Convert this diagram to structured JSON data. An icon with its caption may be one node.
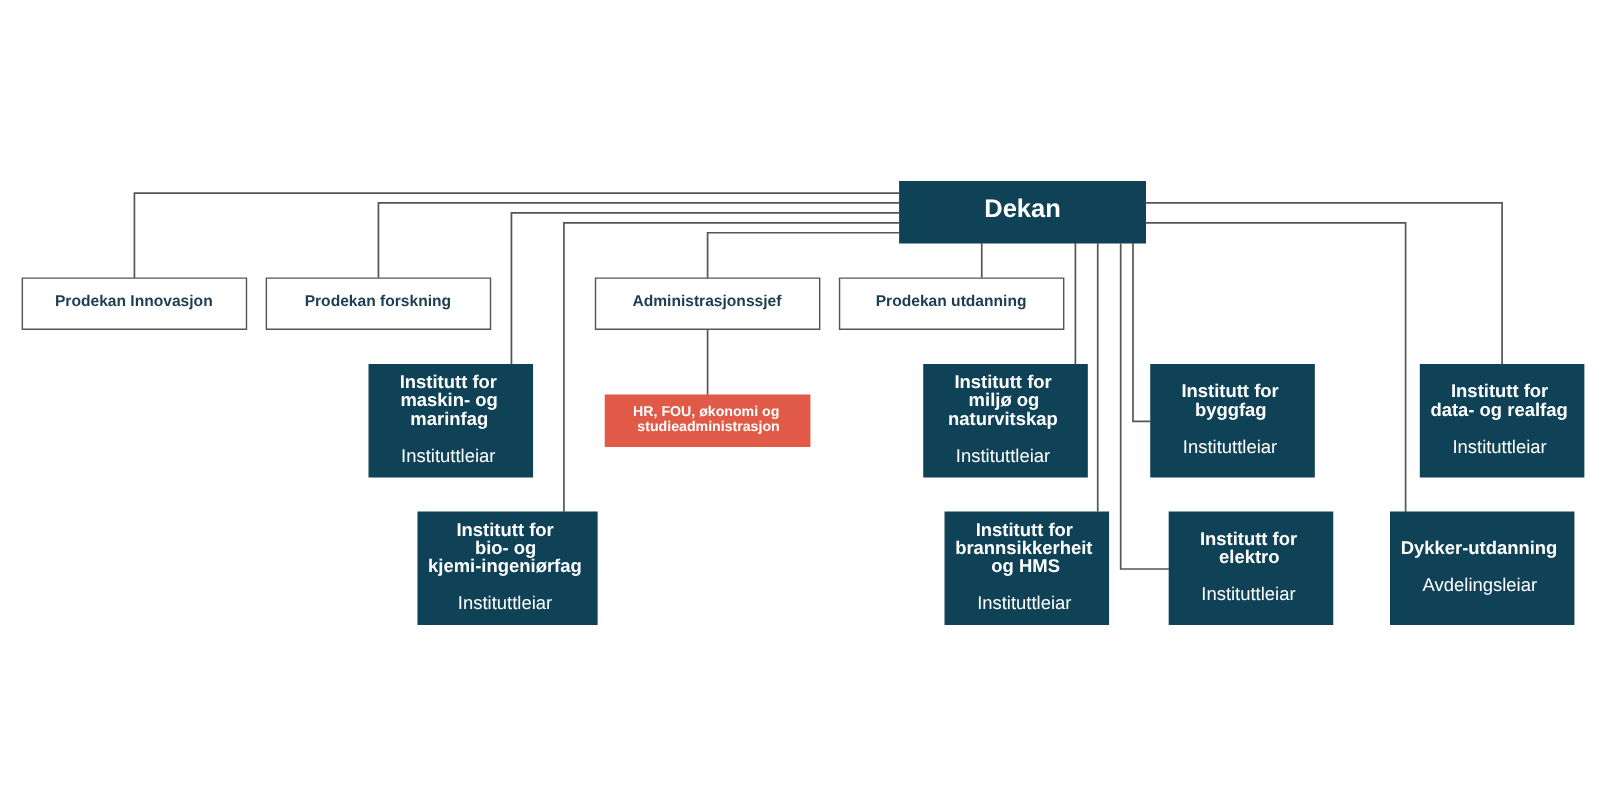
{
  "diagram": {
    "nodes": [
      {
        "text": [
          "Dekan"
        ]
      },
      {
        "text": [
          "Prodekan Innovasjon"
        ]
      },
      {
        "text": [
          "Prodekan forskning"
        ]
      },
      {
        "text": [
          "Prodekan utdanning"
        ]
      },
      {
        "text": [
          "Administrasjonssjef"
        ]
      },
      {
        "text": [
          "HR, FOU, økonomi og studieadministrasjon"
        ]
      },
      {
        "text": [
          "Institutt for maskin- og marinfag",
          "Instituttleiar"
        ]
      },
      {
        "text": [
          "Institutt for byggfag",
          "Instituttleiar"
        ]
      },
      {
        "text": [
          "Institutt for miljø og naturvitskap",
          "Instituttleiar"
        ]
      },
      {
        "text": [
          "Institutt for data- og realfag",
          "Instituttleiar"
        ]
      },
      {
        "text": [
          "Institutt for bio- og kjemi-ingeniørfag",
          "Instituttleiar"
        ]
      },
      {
        "text": [
          "Institutt for elektro",
          "Instituttleiar"
        ]
      },
      {
        "text": [
          "Institutt for brannsikkerheit og HMS",
          "Instituttleiar"
        ]
      },
      {
        "text": [
          "Dykker-utdanning",
          "Avdelingsleiar"
        ]
      }
    ],
    "edges": [
      {
        "from": 0,
        "to": 1,
        "arrow": "none"
      },
      {
        "from": 0,
        "to": 2,
        "arrow": "none"
      },
      {
        "from": 0,
        "to": 3,
        "arrow": "none"
      },
      {
        "from": 0,
        "to": 4,
        "arrow": "none"
      },
      {
        "from": 4,
        "to": 5,
        "arrow": "none"
      },
      {
        "from": 0,
        "to": 6,
        "arrow": "none"
      },
      {
        "from": 0,
        "to": 7,
        "arrow": "none"
      },
      {
        "from": 0,
        "to": 8,
        "arrow": "none"
      },
      {
        "from": 0,
        "to": 9,
        "arrow": "none"
      },
      {
        "from": 0,
        "to": 10,
        "arrow": "none"
      },
      {
        "from": 0,
        "to": 11,
        "arrow": "none"
      },
      {
        "from": 0,
        "to": 12,
        "arrow": "none"
      },
      {
        "from": 0,
        "to": 13,
        "arrow": "none"
      }
    ]
  }
}
